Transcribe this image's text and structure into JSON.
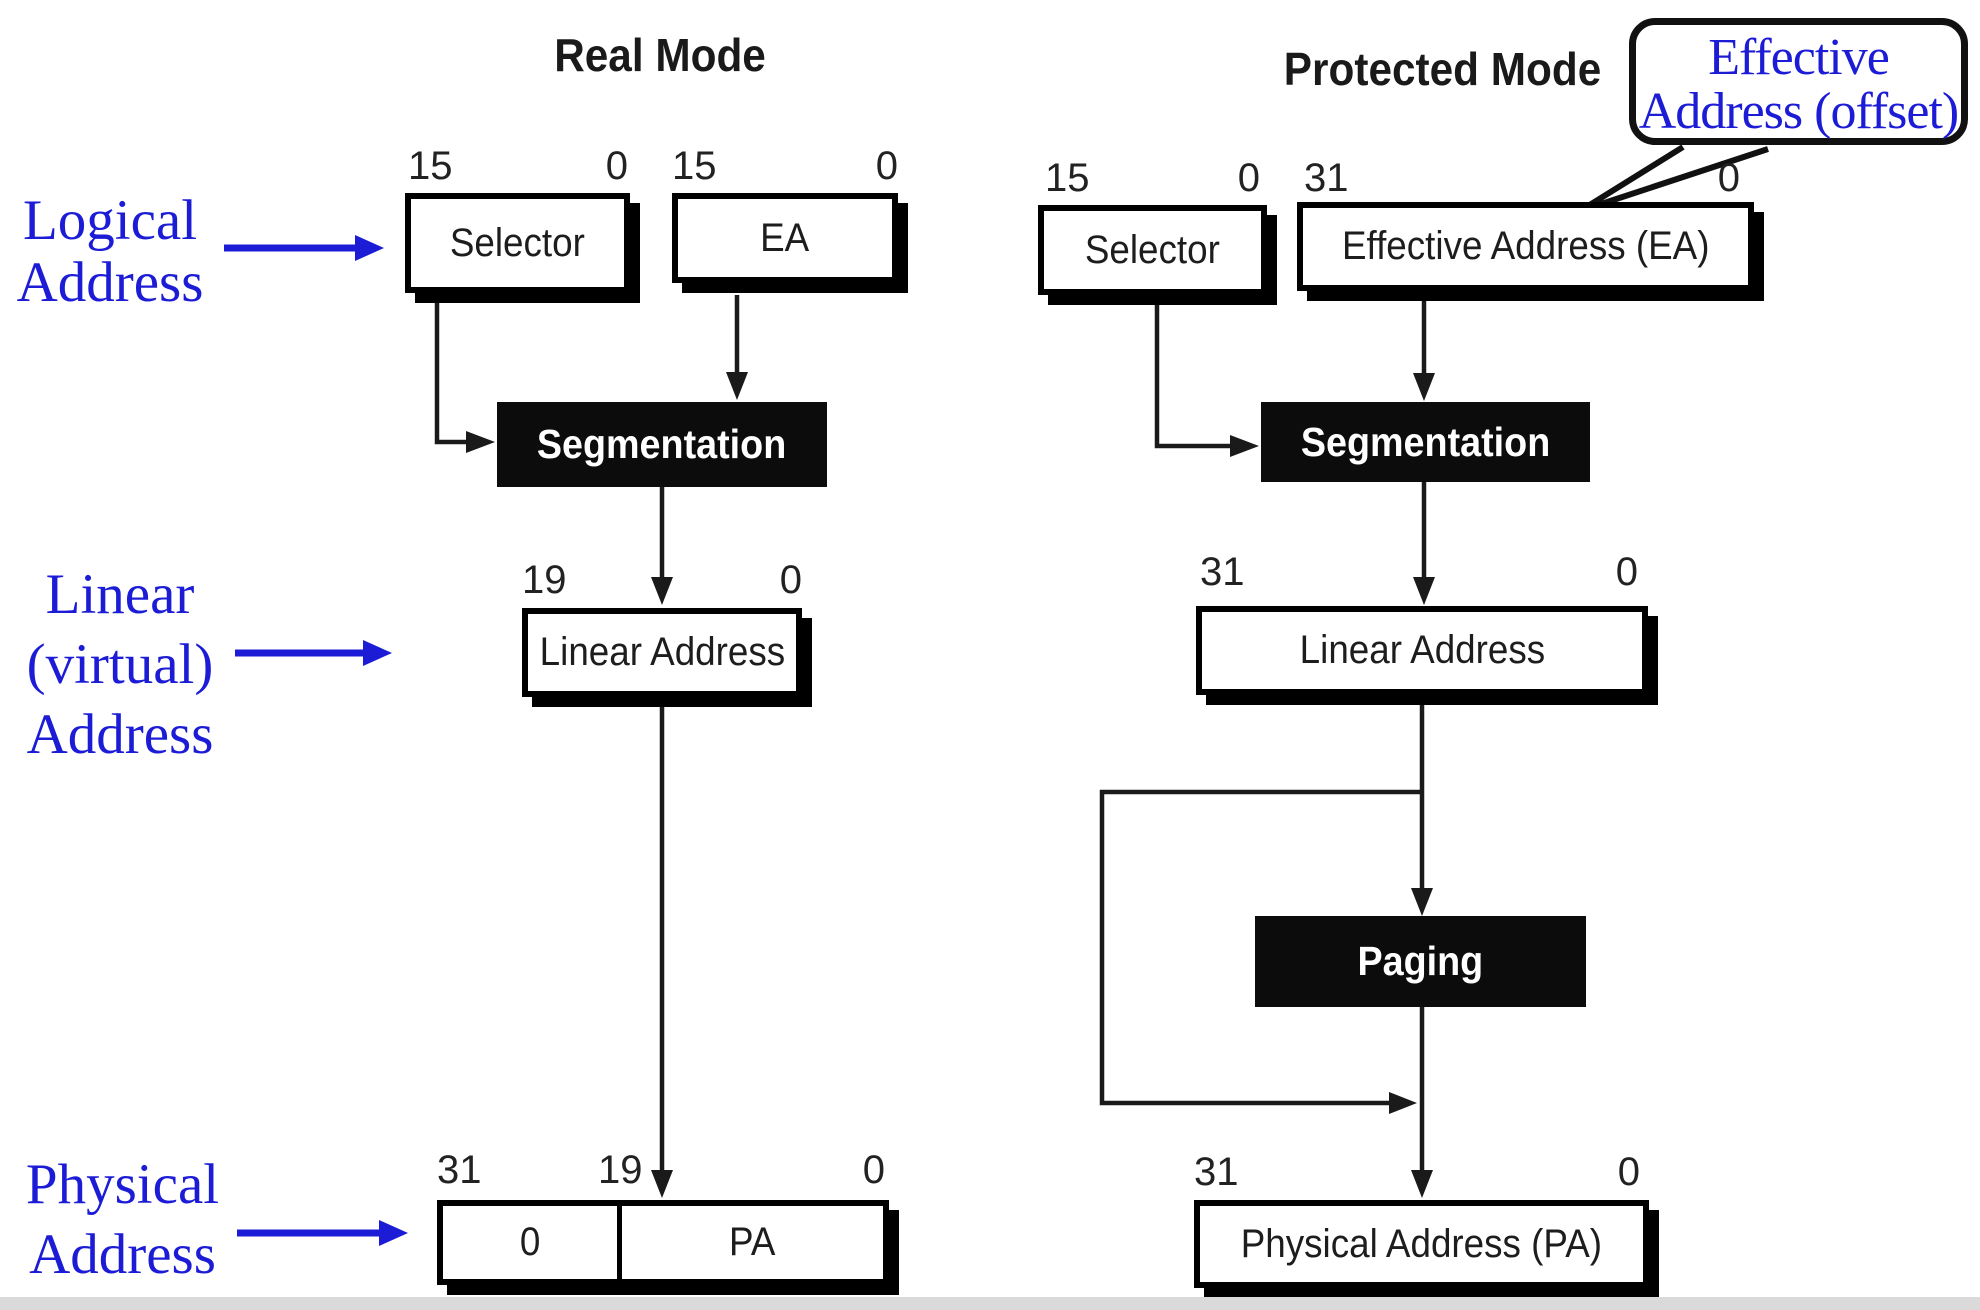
{
  "real_mode": {
    "title": "Real Mode",
    "selector": {
      "bits_high": "15",
      "bits_low": "0",
      "label": "Selector"
    },
    "ea": {
      "bits_high": "15",
      "bits_low": "0",
      "label": "EA"
    },
    "segmentation": "Segmentation",
    "linear": {
      "bits_high": "19",
      "bits_low": "0",
      "label": "Linear Address"
    },
    "physical": {
      "bits_high": "31",
      "bits_mid": "19",
      "bits_low": "0",
      "high_label": "0",
      "low_label": "PA"
    }
  },
  "protected_mode": {
    "title": "Protected Mode",
    "selector": {
      "bits_high": "15",
      "bits_low": "0",
      "label": "Selector"
    },
    "ea": {
      "bits_high": "31",
      "bits_low": "0",
      "label": "Effective Address (EA)"
    },
    "segmentation": "Segmentation",
    "linear": {
      "bits_high": "31",
      "bits_low": "0",
      "label": "Linear Address"
    },
    "paging": "Paging",
    "physical": {
      "bits_high": "31",
      "bits_low": "0",
      "label": "Physical Address (PA)"
    }
  },
  "annotations": {
    "logical_address": [
      "Logical",
      "Address"
    ],
    "linear_virtual_address": [
      "Linear",
      "(virtual)",
      "Address"
    ],
    "physical_address": [
      "Physical",
      "Address"
    ],
    "callout": [
      "Effective",
      "Address (offset)"
    ]
  },
  "colors": {
    "annotation_blue": "#1c1cd6",
    "diagram_black": "#111111",
    "footer_gray": "#dadada"
  }
}
